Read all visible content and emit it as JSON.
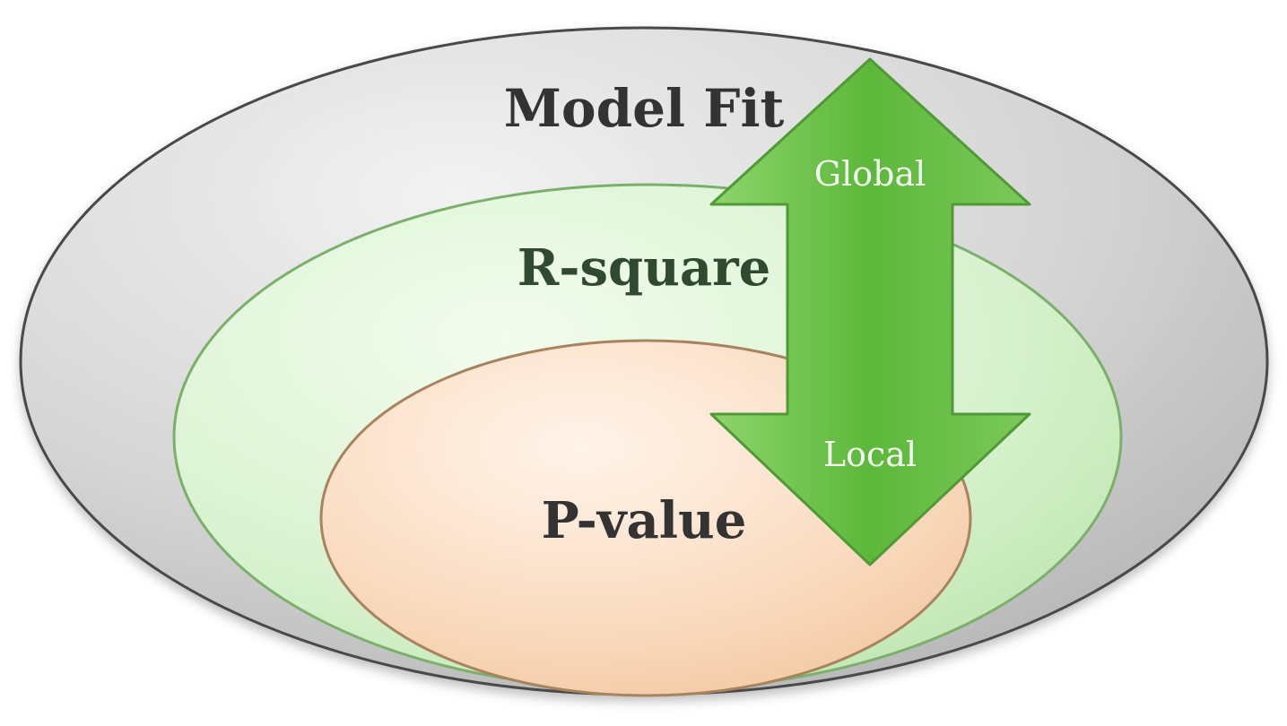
{
  "diagram": {
    "outer_label": "Model Fit",
    "middle_label": "R-square",
    "inner_label": "P-value",
    "arrow": {
      "top_label": "Global",
      "bottom_label": "Local"
    }
  },
  "colors": {
    "outer_fill": "#d4d4d4",
    "outer_stroke": "#555555",
    "middle_fill": "#d7f2cf",
    "middle_stroke": "#7ab06a",
    "inner_fill": "#f8d9bd",
    "inner_stroke": "#a8845e",
    "arrow_fill": "#6ac24a",
    "arrow_stroke": "#4f9a36"
  }
}
